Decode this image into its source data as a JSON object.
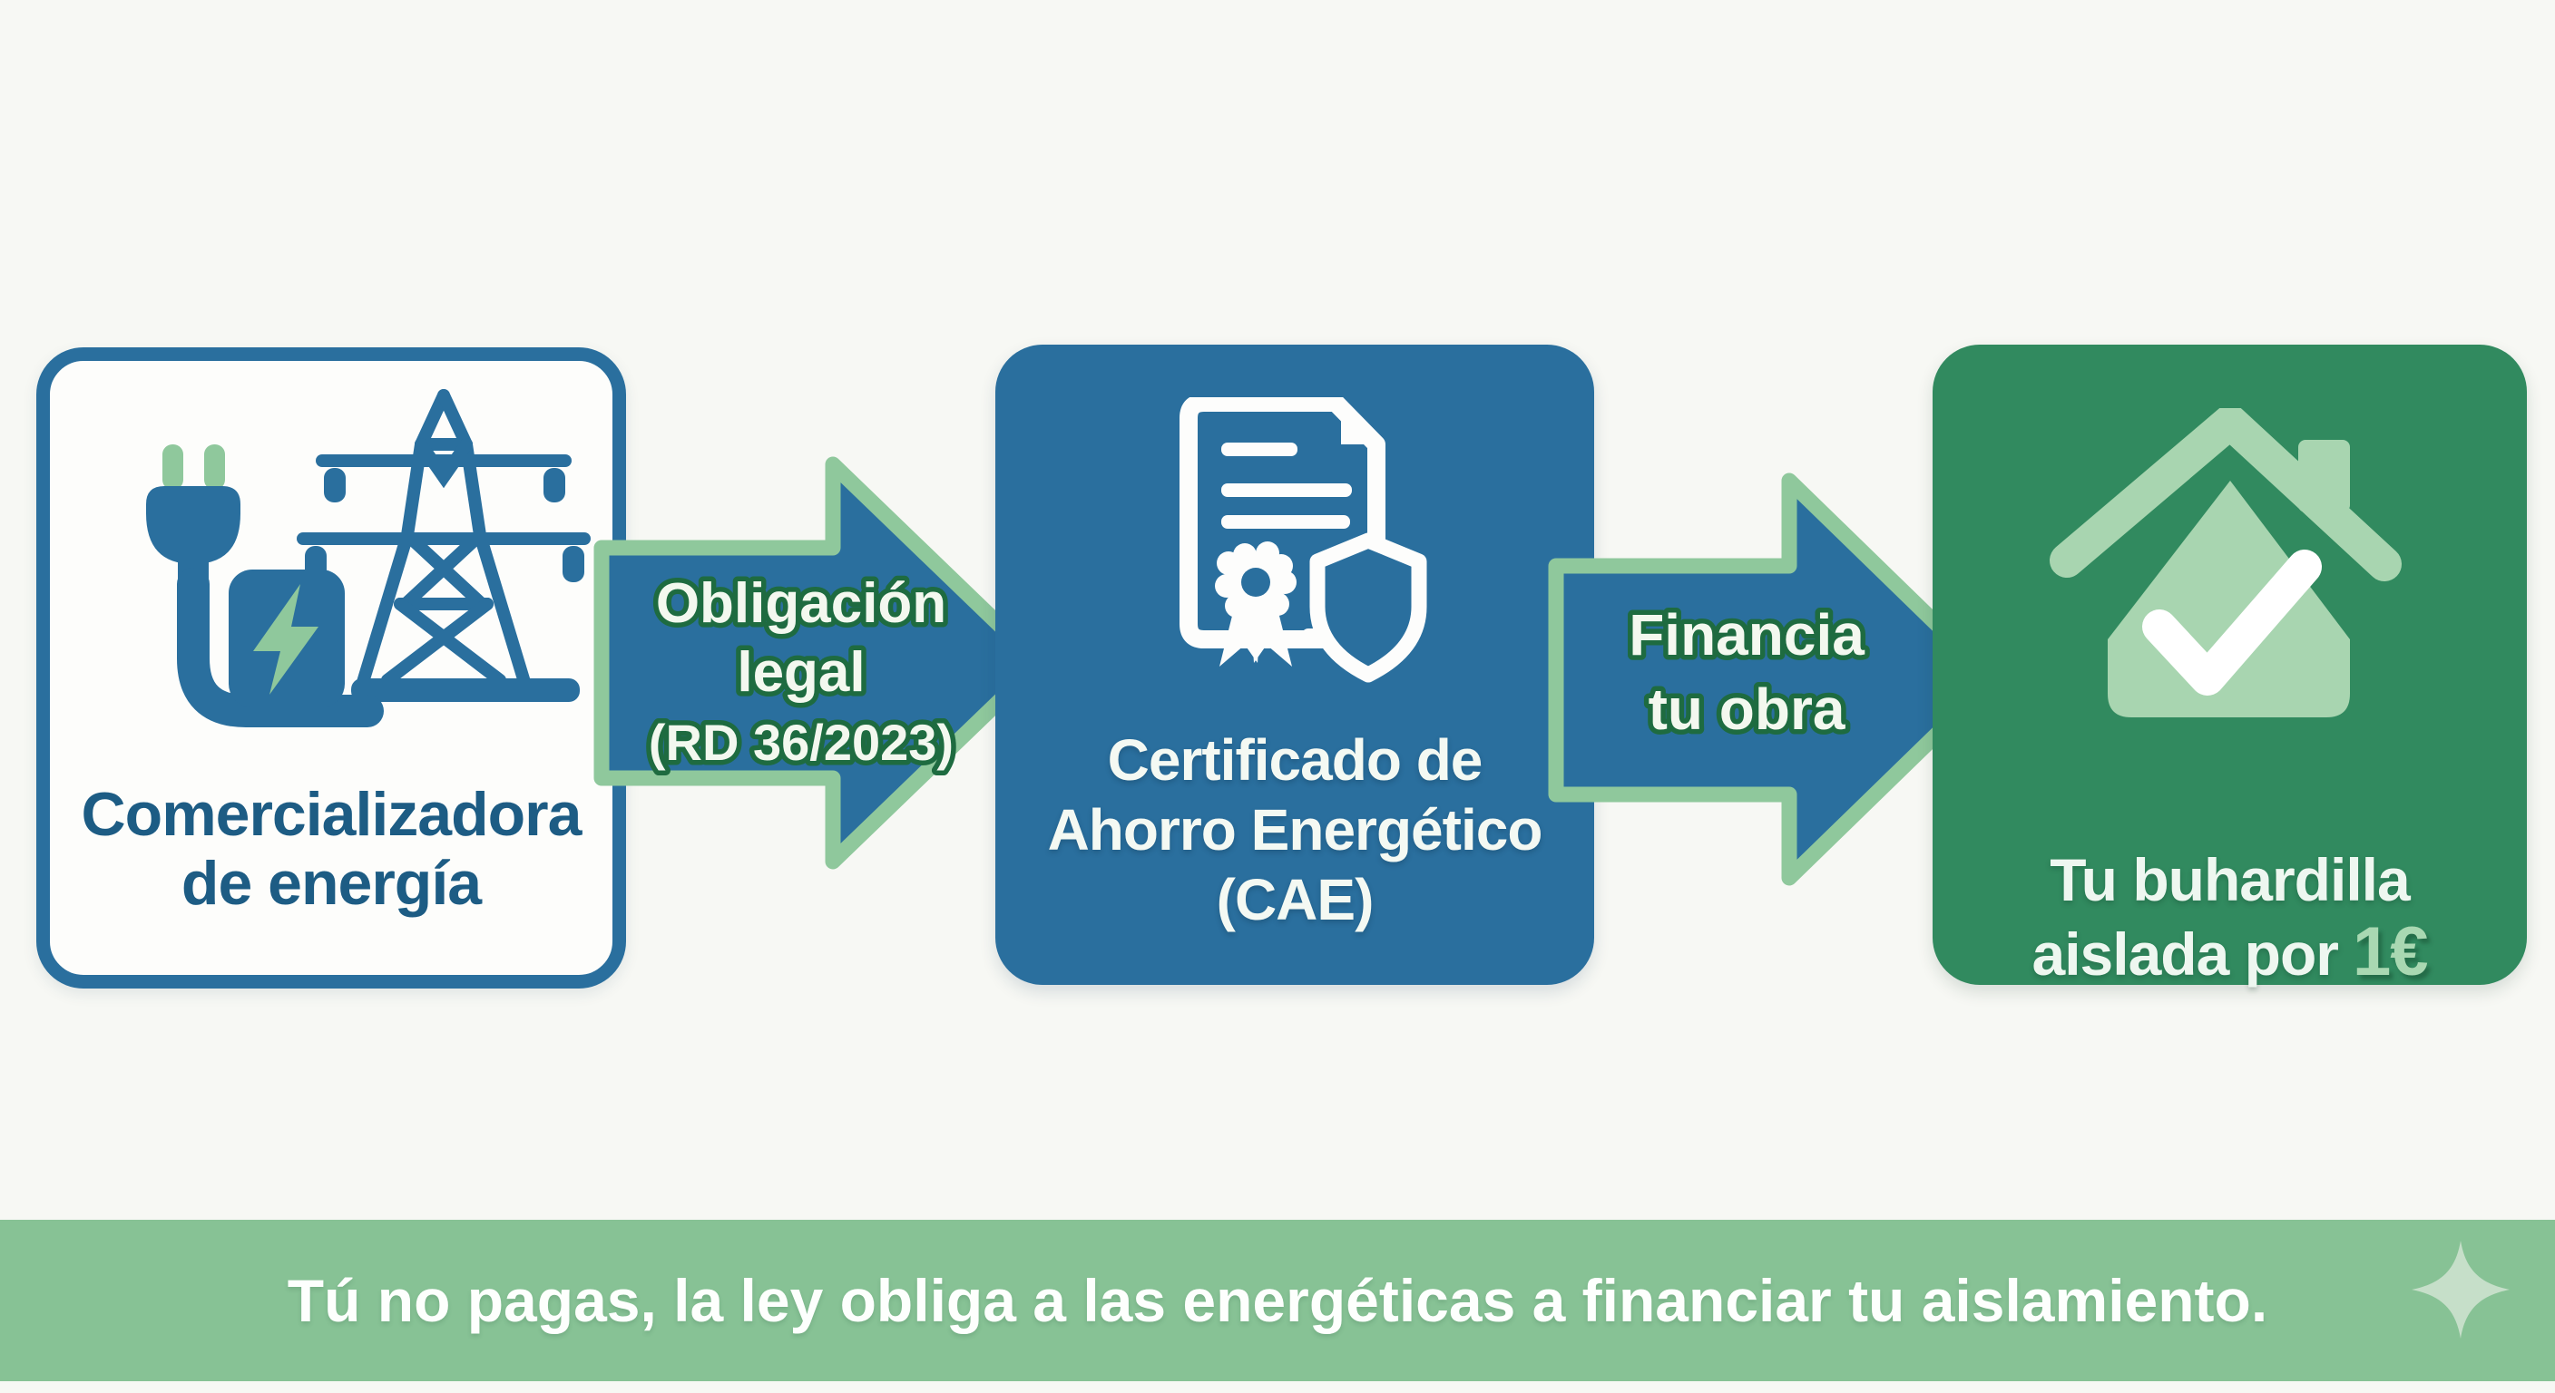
{
  "palette": {
    "background": "#f7f8f4",
    "blue": "#2a6f9e",
    "dark_blue_text": "#1d5c84",
    "green_box": "#318a5f",
    "light_green": "#8fc89c",
    "house_green": "#a8d5b0",
    "banner_green": "#87c295",
    "price_green": "#a9d8b2",
    "arrow_text_fill": "#f3f8ef",
    "arrow_text_stroke": "#1e6b40",
    "sparkle_green": "#c6dfc9",
    "white": "#fdfdfb"
  },
  "boxes": {
    "comercializadora": {
      "line1": "Comercializadora",
      "line2": "de energía",
      "icon": "plug-charger-transmission-tower-icon"
    },
    "cae": {
      "line1": "Certificado de",
      "line2": "Ahorro Energético",
      "line3": "(CAE)",
      "icon": "certificate-document-shield-icon"
    },
    "buhardilla": {
      "line1": "Tu buhardilla",
      "line2_prefix": "aislada por",
      "price": "1€",
      "icon": "house-checkmark-icon"
    }
  },
  "arrows": {
    "obligacion": {
      "line1": "Obligación",
      "line2": "legal",
      "line3": "(RD 36/2023)"
    },
    "financia": {
      "line1": "Financia",
      "line2": "tu obra"
    }
  },
  "banner": {
    "text": "Tú no pagas, la ley obliga a las energéticas a financiar tu aislamiento.",
    "icon": "sparkle-icon"
  }
}
